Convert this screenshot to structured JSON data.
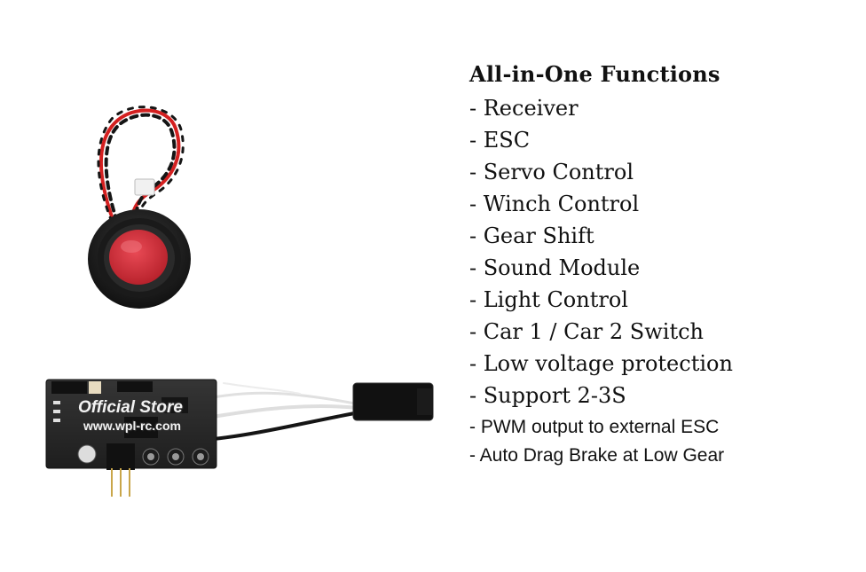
{
  "features": {
    "title": "All-in-One Functions",
    "items_serif": [
      "- Receiver",
      "- ESC",
      "- Servo Control",
      "- Winch Control",
      "- Gear Shift",
      "- Sound Module",
      "- Light Control",
      "- Car 1 / Car 2 Switch",
      "- Low voltage protection",
      "- Support 2-3S"
    ],
    "items_sans": [
      "- PWM output to external ESC",
      "- Auto Drag Brake at Low Gear"
    ]
  },
  "watermark": {
    "line1": "Official Store",
    "line2": "www.wpl-rc.com"
  },
  "colors": {
    "speaker_cone": "#d9343f",
    "speaker_rim": "#222222",
    "pcb": "#2b2b2b",
    "wire_red": "#d42020",
    "wire_black": "#151515",
    "background": "#ffffff"
  },
  "icons": {
    "speaker": "speaker-photo",
    "board": "receiver-esc-board-photo"
  }
}
